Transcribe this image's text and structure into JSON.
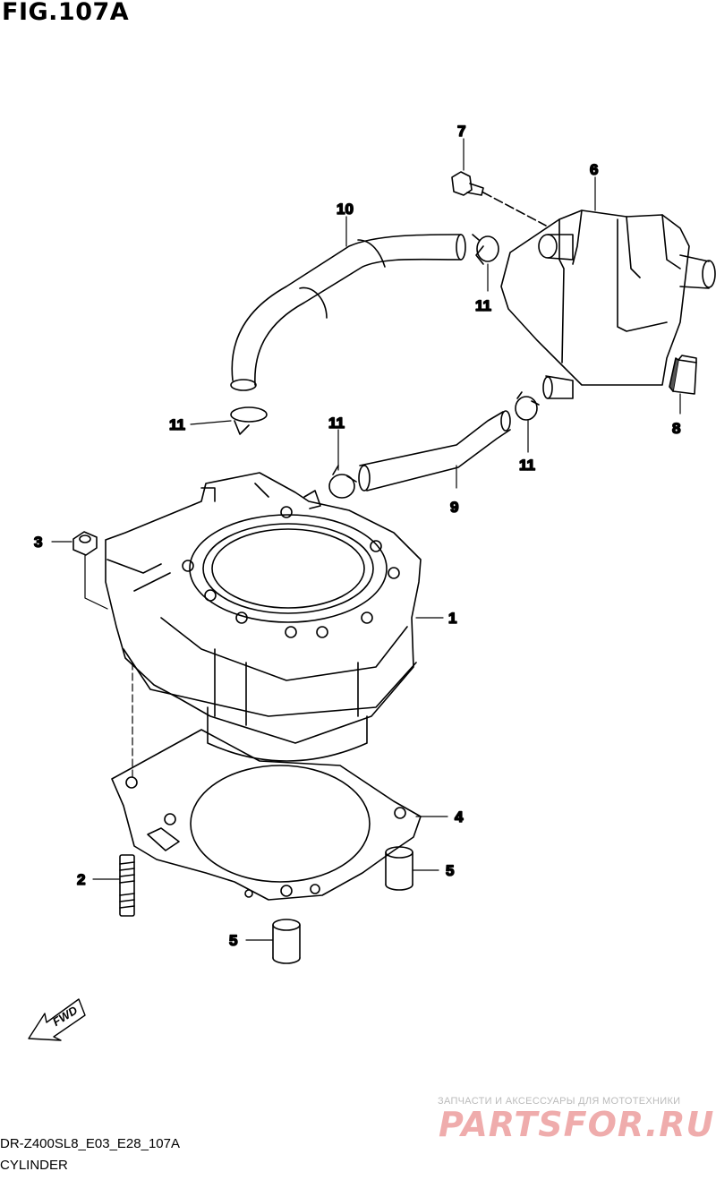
{
  "title": "FIG.107A",
  "callouts": {
    "c1": "1",
    "c2": "2",
    "c3": "3",
    "c4": "4",
    "c5a": "5",
    "c5b": "5",
    "c6": "6",
    "c7": "7",
    "c8": "8",
    "c9": "9",
    "c10": "10",
    "c11a": "11",
    "c11b": "11",
    "c11c": "11",
    "c11d": "11"
  },
  "fwd_label": "FWD",
  "watermark": {
    "tagline": "ЗАПЧАСТИ И АКСЕССУАРЫ ДЛЯ МОТОТЕХНИКИ",
    "brand": "PARTSFOR.RU"
  },
  "footer": {
    "code": "DR-Z400SL8_E03_E28_107A",
    "name": "CYLINDER"
  },
  "colors": {
    "line": "#000000",
    "background": "#ffffff",
    "watermark": "#dc4646"
  }
}
